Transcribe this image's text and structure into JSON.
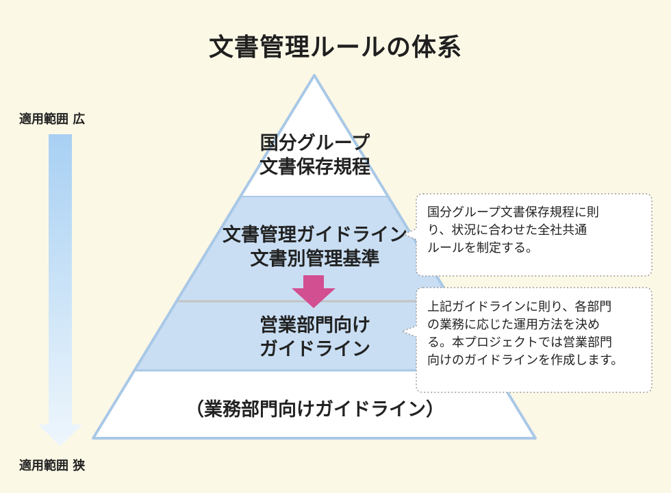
{
  "title": "文書管理ルールの体系",
  "scope": {
    "top_label": "適用範囲 広",
    "bottom_label": "適用範囲 狭"
  },
  "layers": {
    "level1": [
      "国分グループ",
      "文書保存規程"
    ],
    "level2": [
      "文書管理ガイドライン",
      "文書別管理基準"
    ],
    "level3": [
      "営業部門向け",
      "ガイドライン"
    ],
    "level4": "（業務部門向けガイドライン）"
  },
  "notes": {
    "note1": [
      "国分グループ文書保存規程に則",
      "り、状況に合わせた全社共通",
      "ルールを制定する。"
    ],
    "note2": [
      "上記ガイドラインに則り、各部門",
      "の業務に応じた運用方法を決め",
      "る。本プロジェクトでは営業部門",
      "向けのガイドラインを作成します。"
    ]
  },
  "colors": {
    "background": "#fcf8e6",
    "pyramid_outline": "#a9c8e6",
    "band_blue": "#c9def3",
    "arrow_pink": "#d24f91",
    "scope_arrow": "#a8d0f3"
  }
}
